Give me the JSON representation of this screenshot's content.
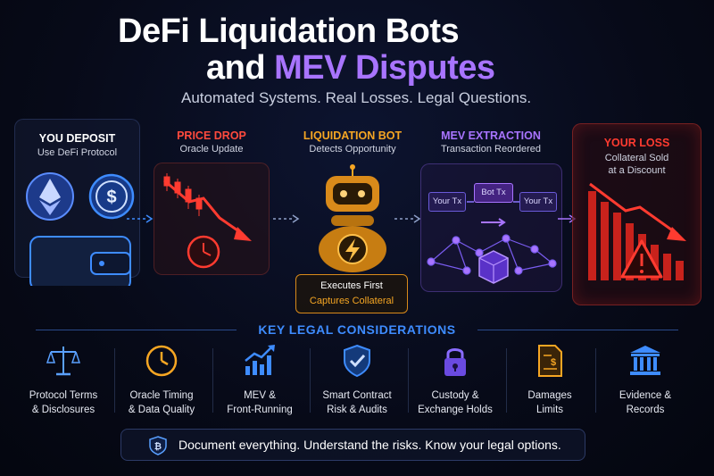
{
  "header": {
    "title_line1": "DeFi Liquidation Bots",
    "title_line2_white": "and ",
    "title_line2_purple": "MEV Disputes",
    "subtitle": "Automated Systems. Real Losses. Legal Questions."
  },
  "flow": {
    "deposit": {
      "heading": "YOU DEPOSIT",
      "sub": "Use DeFi Protocol",
      "icons": [
        "ethereum-icon",
        "usd-coin-icon",
        "wallet-icon"
      ]
    },
    "price_drop": {
      "heading": "PRICE DROP",
      "sub": "Oracle Update",
      "icons": [
        "candlestick-chart-icon",
        "down-arrow-icon",
        "clock-icon"
      ]
    },
    "bot": {
      "heading": "LIQUIDATION BOT",
      "sub": "Detects Opportunity",
      "box_line1": "Executes First",
      "box_line2": "Captures Collateral",
      "icons": [
        "robot-icon",
        "lightning-icon"
      ]
    },
    "mev": {
      "heading": "MEV EXTRACTION",
      "sub": "Transaction Reordered",
      "tx_left": "Your Tx",
      "tx_mid": "Bot Tx",
      "tx_right": "Your Tx",
      "icons": [
        "network-icon",
        "cube-icon"
      ]
    },
    "loss": {
      "heading": "YOUR LOSS",
      "sub_line1": "Collateral Sold",
      "sub_line2": "at a Discount",
      "icons": [
        "falling-bars-icon",
        "warning-icon"
      ]
    }
  },
  "key_section": {
    "title": "KEY LEGAL CONSIDERATIONS",
    "items": [
      {
        "line1": "Protocol Terms",
        "line2": "& Disclosures",
        "icon": "scales-icon"
      },
      {
        "line1": "Oracle Timing",
        "line2": "& Data Quality",
        "icon": "clock-icon"
      },
      {
        "line1": "MEV &",
        "line2": "Front-Running",
        "icon": "trend-chart-icon"
      },
      {
        "line1": "Smart Contract",
        "line2": "Risk & Audits",
        "icon": "shield-check-icon"
      },
      {
        "line1": "Custody &",
        "line2": "Exchange Holds",
        "icon": "lock-icon"
      },
      {
        "line1": "Damages",
        "line2": "Limits",
        "icon": "invoice-icon"
      },
      {
        "line1": "Evidence &",
        "line2": "Records",
        "icon": "courthouse-icon"
      }
    ]
  },
  "footer": {
    "text": "Document everything. Understand the risks. Know your legal options.",
    "icon": "shield-bitcoin-icon"
  },
  "colors": {
    "red": "#ff3b30",
    "orange": "#f6a623",
    "purple": "#a874ff",
    "blue": "#3e8cff",
    "background": "#070a18"
  }
}
